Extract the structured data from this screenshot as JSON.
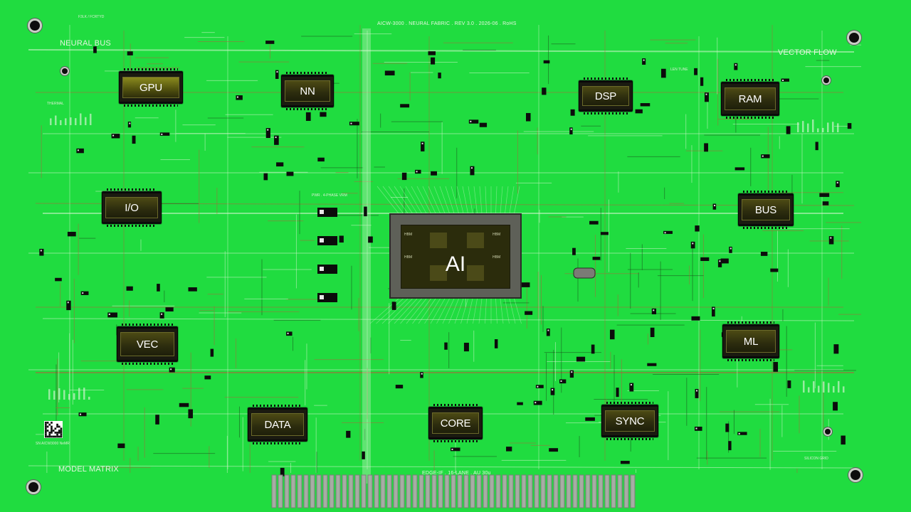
{
  "board": {
    "header": "AICW-3000 . NEURAL FABRIC . REV 3.0 . 2026-06 . RoHS",
    "top_left_code": "F3LK / FCRTYD",
    "corner_top_left": "NEURAL BUS",
    "corner_top_right": "VECTOR FLOW",
    "corner_bottom_left": "MODEL MATRIX",
    "edge_label": "EDGE-IF . 16-LANE . AU 30u",
    "thermal_label": "THERMAL",
    "power_label": "PWR . 4-PHASE VRM",
    "len_tune_label": "LEN TUNE",
    "silicon_grid_label": "SILICON GRID",
    "serial_label": "SN AICW3000 NeMR",
    "main_chip": {
      "label": "AI",
      "hbm": [
        "HBM",
        "HBM",
        "HBM",
        "HBM"
      ]
    },
    "chips": [
      {
        "id": "gpu",
        "label": "GPU"
      },
      {
        "id": "nn",
        "label": "NN"
      },
      {
        "id": "dsp",
        "label": "DSP"
      },
      {
        "id": "ram",
        "label": "RAM"
      },
      {
        "id": "io",
        "label": "I/O"
      },
      {
        "id": "bus",
        "label": "BUS"
      },
      {
        "id": "vec",
        "label": "VEC"
      },
      {
        "id": "ml",
        "label": "ML"
      },
      {
        "id": "data",
        "label": "DATA"
      },
      {
        "id": "core",
        "label": "CORE"
      },
      {
        "id": "sync",
        "label": "SYNC"
      }
    ]
  },
  "colors": {
    "background": "#20dc40",
    "chip_face": "#3a3a12",
    "trace_light": "#d6f5d0",
    "trace_copper": "#b0603a"
  }
}
